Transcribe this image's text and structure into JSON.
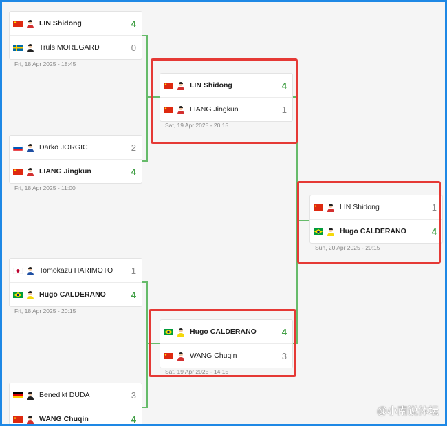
{
  "matches": [
    {
      "date": "Fri, 18 Apr 2025 - 18:45",
      "p1": {
        "name": "LIN Shidong",
        "score": "4",
        "flag": "china"
      },
      "p2": {
        "name": "Truls MOREGARD",
        "score": "0",
        "flag": "sweden"
      }
    },
    {
      "date": "Fri, 18 Apr 2025 - 11:00",
      "p1": {
        "name": "Darko JORGIC",
        "score": "2",
        "flag": "slovenia"
      },
      "p2": {
        "name": "LIANG Jingkun",
        "score": "4",
        "flag": "china"
      }
    },
    {
      "date": "Fri, 18 Apr 2025 - 20:15",
      "p1": {
        "name": "Tomokazu HARIMOTO",
        "score": "1",
        "flag": "japan"
      },
      "p2": {
        "name": "Hugo CALDERANO",
        "score": "4",
        "flag": "brazil"
      }
    },
    {
      "date": "",
      "p1": {
        "name": "Benedikt DUDA",
        "score": "3",
        "flag": "germany"
      },
      "p2": {
        "name": "WANG Chuqin",
        "score": "4",
        "flag": "china"
      }
    },
    {
      "date": "Sat, 19 Apr 2025 - 20:15",
      "p1": {
        "name": "LIN Shidong",
        "score": "4",
        "flag": "china"
      },
      "p2": {
        "name": "LIANG Jingkun",
        "score": "1",
        "flag": "china"
      }
    },
    {
      "date": "Sat, 19 Apr 2025 - 14:15",
      "p1": {
        "name": "Hugo CALDERANO",
        "score": "4",
        "flag": "brazil"
      },
      "p2": {
        "name": "WANG Chuqin",
        "score": "3",
        "flag": "china"
      }
    },
    {
      "date": "Sun, 20 Apr 2025 - 20:15",
      "p1": {
        "name": "LIN Shidong",
        "score": "1",
        "flag": "china"
      },
      "p2": {
        "name": "Hugo CALDERANO",
        "score": "4",
        "flag": "brazil"
      }
    }
  ],
  "watermark": "@小南说体坛",
  "colors": {
    "win": "#43a047",
    "loss": "#888888",
    "highlight": "#e53935",
    "frame": "#1e88e5",
    "connector": "#66bb6a"
  }
}
